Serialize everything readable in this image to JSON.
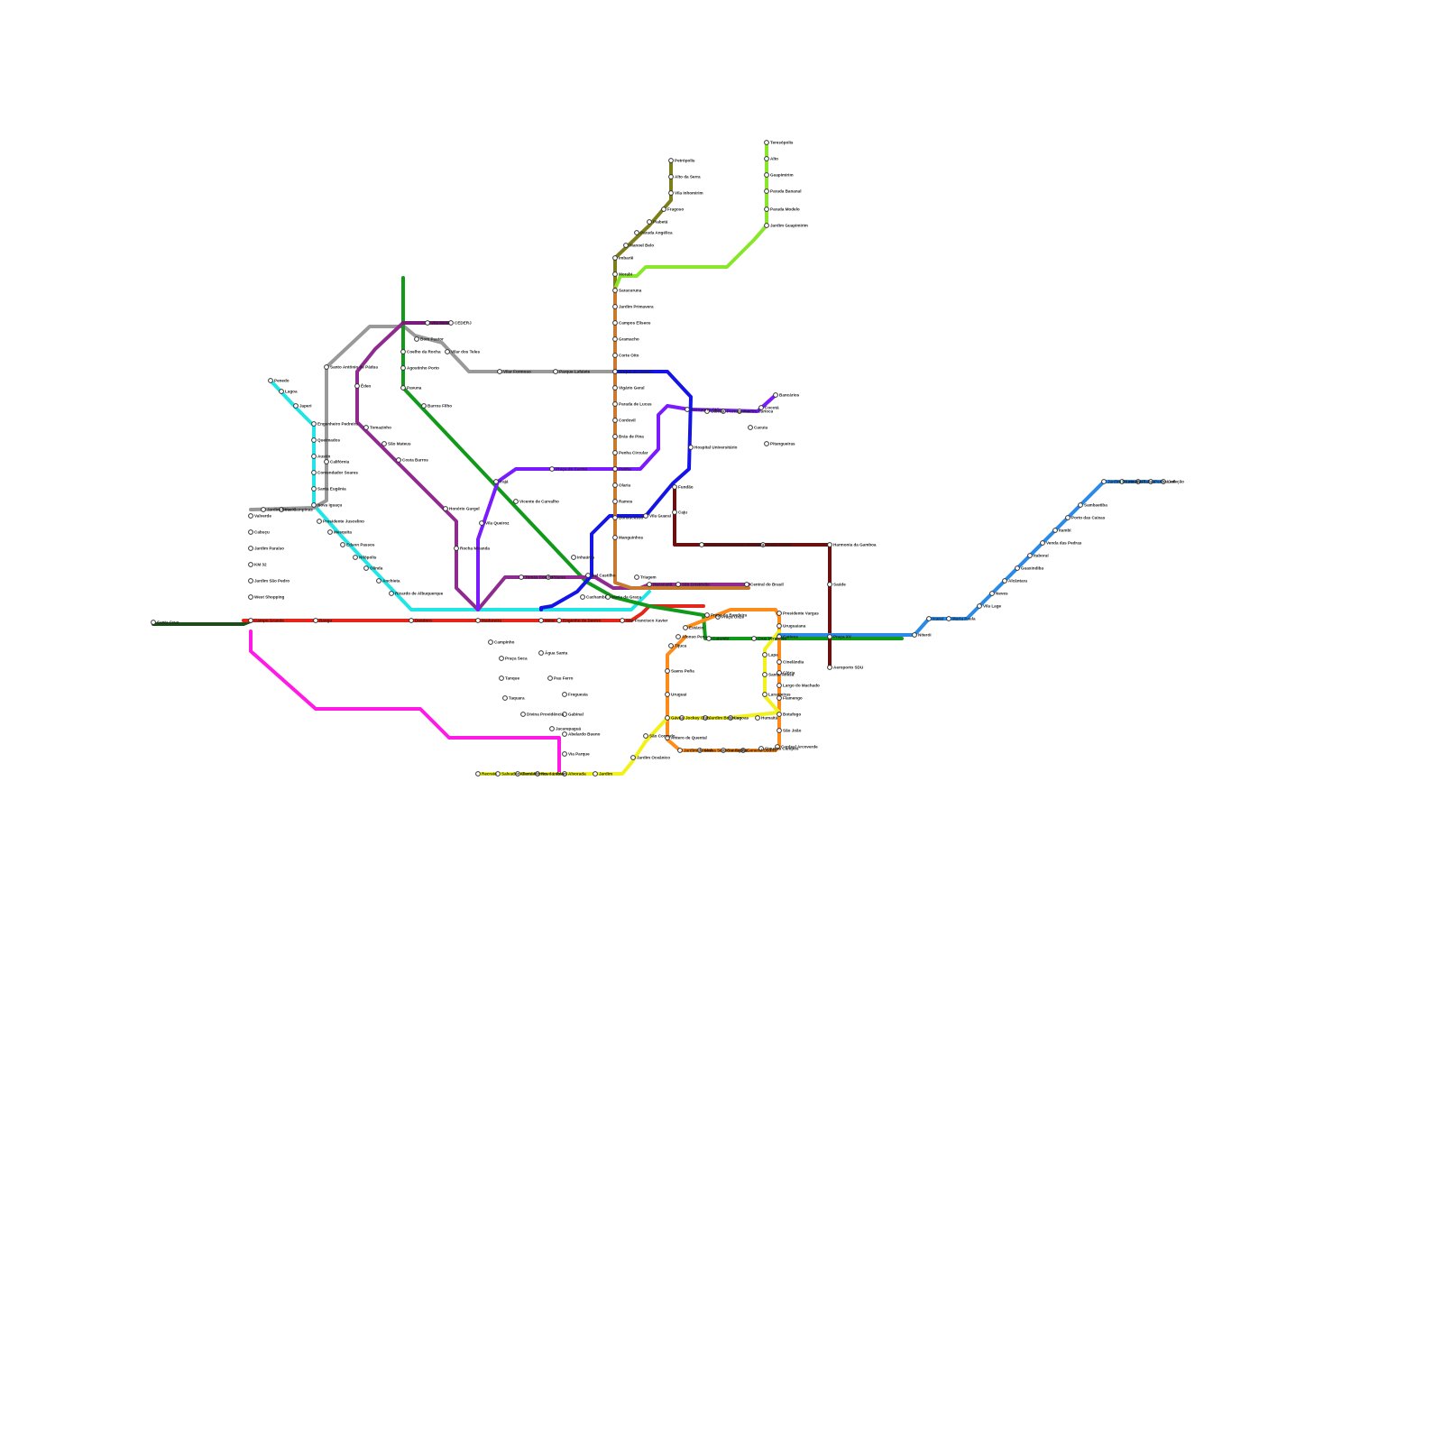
{
  "lines": [
    {
      "id": "dark-green",
      "color": "#1b4d1b"
    },
    {
      "id": "red",
      "color": "#e32619"
    },
    {
      "id": "magenta",
      "color": "#ff1ae6"
    },
    {
      "id": "cyan",
      "color": "#22e6e6"
    },
    {
      "id": "gray",
      "color": "#999999"
    },
    {
      "id": "green",
      "color": "#11991a"
    },
    {
      "id": "purple",
      "color": "#8f2a8f"
    },
    {
      "id": "violet",
      "color": "#7a1aff"
    },
    {
      "id": "blue",
      "color": "#1414e6"
    },
    {
      "id": "olive",
      "color": "#7d7d1a"
    },
    {
      "id": "lime",
      "color": "#8ae62a"
    },
    {
      "id": "copper",
      "color": "#c77a30"
    },
    {
      "id": "maroon",
      "color": "#6b0f0f"
    },
    {
      "id": "orange",
      "color": "#ff8c1a"
    },
    {
      "id": "yellow",
      "color": "#f2f21a"
    },
    {
      "id": "sky",
      "color": "#2a8ae6"
    },
    {
      "id": "dark-purple",
      "color": "#7a1a7a"
    }
  ],
  "stations": [
    {
      "name": "Teresópolis"
    },
    {
      "name": "Alto"
    },
    {
      "name": "Guapimirim"
    },
    {
      "name": "Parada Bananal"
    },
    {
      "name": "Parada Modelo"
    },
    {
      "name": "Jardim Guapimirim"
    },
    {
      "name": "Petrópolis"
    },
    {
      "name": "Alto da Serra"
    },
    {
      "name": "Vila Inhomirim"
    },
    {
      "name": "Fragoso"
    },
    {
      "name": "Piabetá"
    },
    {
      "name": "Parada Angélica"
    },
    {
      "name": "Manoel Belo"
    },
    {
      "name": "Imbariê"
    },
    {
      "name": "Morabi"
    },
    {
      "name": "Saracuruna"
    },
    {
      "name": "Jardim Primavera"
    },
    {
      "name": "Campos Elíseos"
    },
    {
      "name": "Gramacho"
    },
    {
      "name": "Corte Oito"
    },
    {
      "name": "Duque de Caxias"
    },
    {
      "name": "Vigário Geral"
    },
    {
      "name": "Parada de Lucas"
    },
    {
      "name": "Cordovil"
    },
    {
      "name": "Brás de Pina"
    },
    {
      "name": "Penha Circular"
    },
    {
      "name": "Penha"
    },
    {
      "name": "Olaria"
    },
    {
      "name": "Ramos"
    },
    {
      "name": "Bonsucesso"
    },
    {
      "name": "Manguinhos"
    },
    {
      "name": "Triagem"
    },
    {
      "name": "Maracanã"
    },
    {
      "name": "São Cristóvão"
    },
    {
      "name": "Central do Brasil"
    },
    {
      "name": "Vila Nova"
    },
    {
      "name": "CEDERJ"
    },
    {
      "name": "Bom Pastor"
    },
    {
      "name": "Vilar dos Teles"
    },
    {
      "name": "Vilar Formoso"
    },
    {
      "name": "Parque Lafaiete"
    },
    {
      "name": "Coelho da Rocha"
    },
    {
      "name": "Agostinho Porto"
    },
    {
      "name": "Pavuna"
    },
    {
      "name": "Barros Filho"
    },
    {
      "name": "Costa Barros"
    },
    {
      "name": "Éden"
    },
    {
      "name": "Tomazinho"
    },
    {
      "name": "São Mateus"
    },
    {
      "name": "Honório Gurgel"
    },
    {
      "name": "Rocha Miranda"
    },
    {
      "name": "Irajá"
    },
    {
      "name": "Vila Queiroz"
    },
    {
      "name": "Praça do Carmo"
    },
    {
      "name": "Vicente de Carvalho"
    },
    {
      "name": "Inhaúma"
    },
    {
      "name": "Del Castilho"
    },
    {
      "name": "Maria da Graça"
    },
    {
      "name": "Pilares"
    },
    {
      "name": "Tomás Coelho"
    },
    {
      "name": "Cachambi"
    },
    {
      "name": "Penedo"
    },
    {
      "name": "Japeri"
    },
    {
      "name": "Lagoa"
    },
    {
      "name": "Engenheiro Pedreira"
    },
    {
      "name": "Queimados"
    },
    {
      "name": "Austin"
    },
    {
      "name": "Comendador Soares"
    },
    {
      "name": "Santa Eugênia"
    },
    {
      "name": "Nova Iguaçu"
    },
    {
      "name": "Califórnia"
    },
    {
      "name": "Presidente Juscelino"
    },
    {
      "name": "Mesquita"
    },
    {
      "name": "Edson Passos"
    },
    {
      "name": "Nilópolis"
    },
    {
      "name": "Olinda"
    },
    {
      "name": "Anchieta"
    },
    {
      "name": "Ricardo de Albuquerque"
    },
    {
      "name": "Valverde"
    },
    {
      "name": "Cabuçu"
    },
    {
      "name": "Jardim Paraíso"
    },
    {
      "name": "KM 32"
    },
    {
      "name": "Jardim São Pedro"
    },
    {
      "name": "West Shopping"
    },
    {
      "name": "Santa Cruz"
    },
    {
      "name": "Campo Grande"
    },
    {
      "name": "Bangu"
    },
    {
      "name": "Deodoro"
    },
    {
      "name": "Madureira"
    },
    {
      "name": "Méier"
    },
    {
      "name": "Engenho de Dentro"
    },
    {
      "name": "São Francisco Xavier"
    },
    {
      "name": "Praça Seca"
    },
    {
      "name": "Campinho"
    },
    {
      "name": "Tanque"
    },
    {
      "name": "Taquara"
    },
    {
      "name": "Divina Providência"
    },
    {
      "name": "Jacarepaguá"
    },
    {
      "name": "Alvorada"
    },
    {
      "name": "Água Santa"
    },
    {
      "name": "Pau Ferro"
    },
    {
      "name": "Freguesia"
    },
    {
      "name": "Gabinal"
    },
    {
      "name": "Abelardo Bueno"
    },
    {
      "name": "Via Parque"
    },
    {
      "name": "Vila Guaraí"
    },
    {
      "name": "Hospital Universitário"
    },
    {
      "name": "Fundão"
    },
    {
      "name": "Caju"
    },
    {
      "name": "Aeroporto GIG"
    },
    {
      "name": "Galeão"
    },
    {
      "name": "Portuguesa"
    },
    {
      "name": "Jardim Carioca"
    },
    {
      "name": "Bancários"
    },
    {
      "name": "Cocotá"
    },
    {
      "name": "Cacuia"
    },
    {
      "name": "Pitangueiras"
    },
    {
      "name": "Terminal Intermodal Gentileza"
    },
    {
      "name": "Santo Cristo"
    },
    {
      "name": "Harmonia da Gamboa"
    },
    {
      "name": "Saúde"
    },
    {
      "name": "Praça XV"
    },
    {
      "name": "Aeroporto SDU"
    },
    {
      "name": "Presidente Vargas"
    },
    {
      "name": "Uruguaiana"
    },
    {
      "name": "Carioca"
    },
    {
      "name": "Cruz Vermelha"
    },
    {
      "name": "Estácio"
    },
    {
      "name": "Praça da Bandeira"
    },
    {
      "name": "Praça Onze"
    },
    {
      "name": "Catumbi"
    },
    {
      "name": "Cinelândia"
    },
    {
      "name": "Glória"
    },
    {
      "name": "Largo do Machado"
    },
    {
      "name": "Flamengo"
    },
    {
      "name": "Botafogo"
    },
    {
      "name": "São João"
    },
    {
      "name": "Lapa"
    },
    {
      "name": "Santa Teresa"
    },
    {
      "name": "Laranjeiras"
    },
    {
      "name": "Humaitá"
    },
    {
      "name": "Lagoas"
    },
    {
      "name": "Jardim Botânico"
    },
    {
      "name": "Jockey Club"
    },
    {
      "name": "Gávea"
    },
    {
      "name": "Antero de Quental"
    },
    {
      "name": "Jardim de Alah"
    },
    {
      "name": "Saens Peña"
    },
    {
      "name": "Uruguai"
    },
    {
      "name": "Tijuca"
    },
    {
      "name": "Afonso Pena"
    },
    {
      "name": "General Osório"
    },
    {
      "name": "Cantagalo"
    },
    {
      "name": "Siqueira Campos"
    },
    {
      "name": "Cardeal Arcoverde"
    },
    {
      "name": "Nossa Senhora da Paz"
    },
    {
      "name": "São Conrado"
    },
    {
      "name": "Jardim Oceânico"
    },
    {
      "name": "Recreio"
    },
    {
      "name": "Salvador Allende"
    },
    {
      "name": "Santa Mônica Jardins"
    },
    {
      "name": "Novo Leblon"
    },
    {
      "name": "Jardim"
    },
    {
      "name": "Niterói"
    },
    {
      "name": "Icaraí"
    },
    {
      "name": "Maria Paula"
    },
    {
      "name": "Vila Lage"
    },
    {
      "name": "Neves"
    },
    {
      "name": "Alcântara"
    },
    {
      "name": "Guaxindiba"
    },
    {
      "name": "Itaboraí"
    },
    {
      "name": "Venda das Pedras"
    },
    {
      "name": "Itambi"
    },
    {
      "name": "Porto das Caixas"
    },
    {
      "name": "Sambaetiba"
    },
    {
      "name": "Santo Antônio de Pádua"
    },
    {
      "name": "Jardim Nova Campinas"
    },
    {
      "name": "Meriti"
    },
    {
      "name": "Jardim Primavera II"
    },
    {
      "name": "Lote XV"
    },
    {
      "name": "Piabas"
    },
    {
      "name": "Penha Coleção"
    },
    {
      "name": "Leal"
    }
  ]
}
